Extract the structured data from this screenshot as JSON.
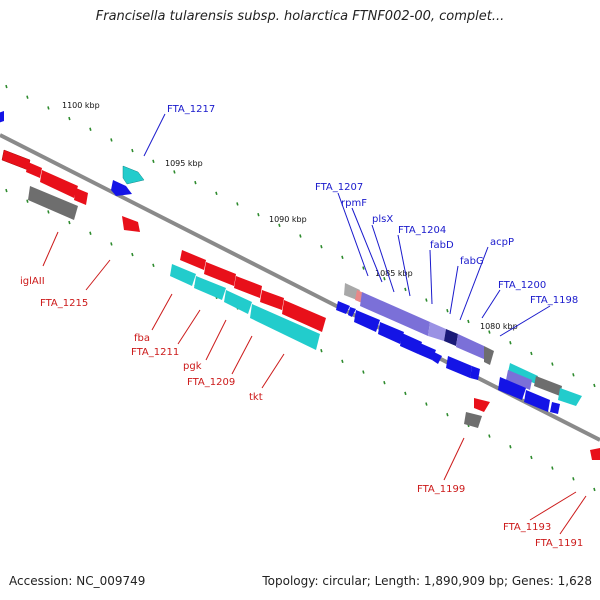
{
  "title": "Francisella tularensis subsp. holarctica FTNF002-00, complet...",
  "footer": {
    "accession": "Accession: NC_009749",
    "summary": "Topology: circular; Length: 1,890,909 bp; Genes: 1,628"
  },
  "ticks": [
    "1100 kbp",
    "1095 kbp",
    "1090 kbp",
    "1085 kbp",
    "1080 kbp"
  ],
  "labels_top": [
    "FTA_1217",
    "FTA_1207",
    "rpmF",
    "plsX",
    "FTA_1204",
    "fabD",
    "fabG",
    "acpP",
    "FTA_1200",
    "FTA_1198"
  ],
  "labels_bottom": [
    "iglAII",
    "FTA_1215",
    "fba",
    "FTA_1211",
    "pgk",
    "FTA_1209",
    "tkt",
    "FTA_1199",
    "FTA_1193",
    "FTA_1191"
  ],
  "colors": {
    "backbone": "#8a8a8a",
    "label_top": "#1a1acc",
    "label_bottom": "#cc1a1a",
    "tick_mark": "#2e8b2e",
    "gene_red": "#e8101a",
    "gene_blue": "#1414e6",
    "gene_cyan": "#22cccc",
    "gene_gray": "#6e6e6e",
    "gene_purple": "#7b70d8",
    "gene_navy": "#1a1a78"
  }
}
